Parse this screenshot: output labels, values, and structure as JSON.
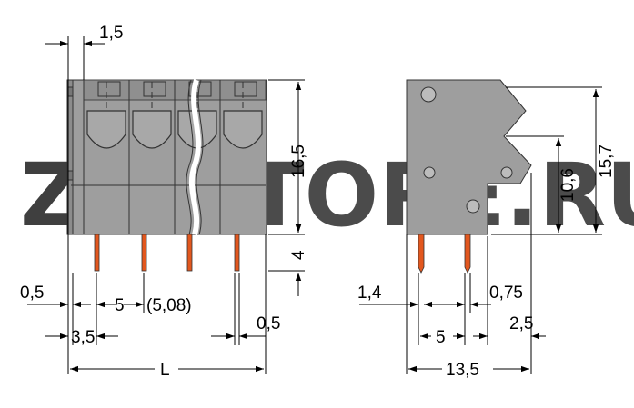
{
  "watermark": {
    "part1": "ZIP",
    "part2": "STORE.RU"
  },
  "colors": {
    "housing": "#9e9e9e",
    "housing_dark": "#7a7a7a",
    "pin": "#e2571e",
    "line": "#000000",
    "watermark_orange": "#f0b469",
    "watermark_gray": "#d9d9d9"
  },
  "front_view": {
    "dim_top_offset": "1,5",
    "dim_height": "16,5",
    "dim_pin_length": "4",
    "dim_left_edge": "0,5",
    "dim_pitch": "5",
    "dim_pitch_alt": "(5,08)",
    "dim_first_pin": "3,5",
    "dim_right_edge": "0,5",
    "dim_total_length": "L"
  },
  "side_view": {
    "dim_body_height": "10,6",
    "dim_total_height": "15,7",
    "dim_pin_offset": "1,4",
    "dim_pin_width": "0,75",
    "dim_pin_spacing": "5",
    "dim_rear_offset": "2,5",
    "dim_total_depth": "13,5"
  }
}
